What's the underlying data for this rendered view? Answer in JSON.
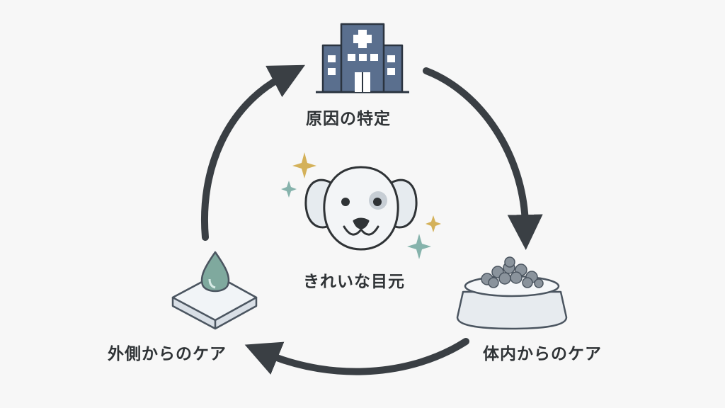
{
  "steps": {
    "top": "原因の特定",
    "right": "体内からのケア",
    "left": "外側からのケア"
  },
  "center": {
    "label": "きれいな目元"
  },
  "icons": {
    "top": "hospital-building-icon",
    "right": "food-bowl-icon",
    "left": "water-drop-pad-icon",
    "center": "dog-face-icon"
  },
  "colors": {
    "arrow": "#3a3f44",
    "building": "#5a6f8e",
    "gold": "#d4b159",
    "teal": "#86b3ac",
    "drop": "#7fa99e"
  }
}
